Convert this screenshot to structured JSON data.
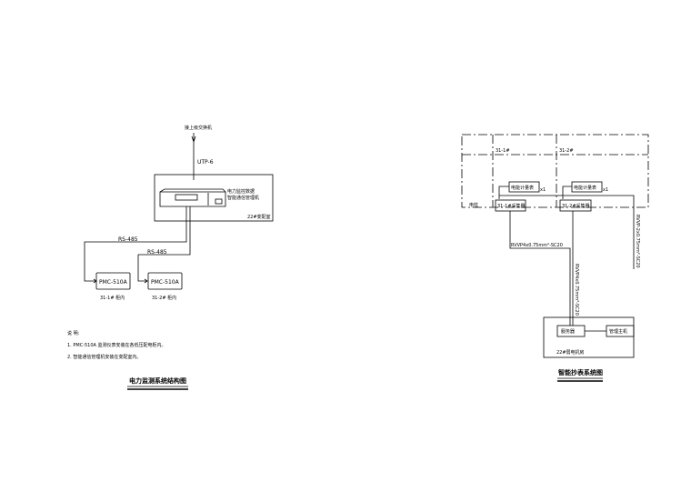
{
  "power_diagram": {
    "uplink_label": "接上级交换机",
    "uplink_cable": "UTP-6",
    "device_label_line1": "电力监控数据",
    "device_label_line2": "智能通信管理机",
    "room_label": "22#变配室",
    "bus1_label": "RS-485",
    "bus2_label": "RS-485",
    "meters": [
      {
        "model": "PMC-510A",
        "location": "31-1# 柜内"
      },
      {
        "model": "PMC-510A",
        "location": "31-2# 柜内"
      }
    ],
    "notes_heading": "说 明:",
    "notes": [
      "1. PMC-510A 监测仪表安装在各低压配电柜内。",
      "2. 智能通信管理机安装在变配室内。"
    ],
    "title": "电力监测系统结构图"
  },
  "metering_diagram": {
    "zone1": "31-1#",
    "zone2": "31-2#",
    "row_label": "电柱",
    "meter1": "电能计量表",
    "meter2": "电能计量表",
    "meter1_qty": "x1",
    "meter2_qty": "x1",
    "collector1": "31-1#采集器",
    "collector2": "31-2#采集器",
    "cable_horizontal": "RVVP4x0.75mm²-SC20",
    "cable_vertical": "RVVP4x0.75mm²-SC20",
    "cable_right": "RVVP-2x0.75mm²-SC20",
    "server": "服务器",
    "host": "管理主机",
    "room_label": "22#弱电机房",
    "title": "智能抄表系统图"
  }
}
